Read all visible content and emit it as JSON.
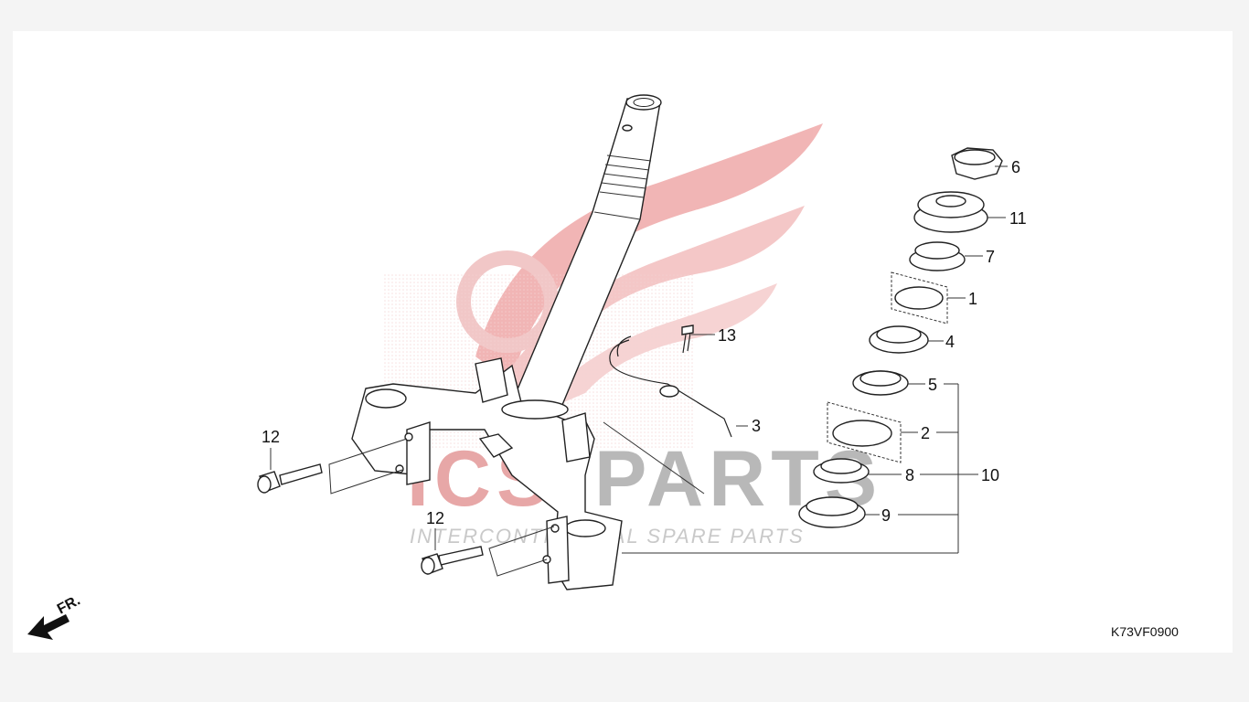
{
  "diagram": {
    "code": "K73VF0900",
    "front_arrow_label": "FR.",
    "watermark": {
      "brand_red": "ICS",
      "brand_grey": "PARTS",
      "tagline": "INTERCONTINENTAL SPARE PARTS"
    },
    "callouts": {
      "c1": "1",
      "c2": "2",
      "c3": "3",
      "c4": "4",
      "c5": "5",
      "c6": "6",
      "c7": "7",
      "c8": "8",
      "c9": "9",
      "c10": "10",
      "c11": "11",
      "c12a": "12",
      "c12b": "12",
      "c13": "13"
    }
  }
}
